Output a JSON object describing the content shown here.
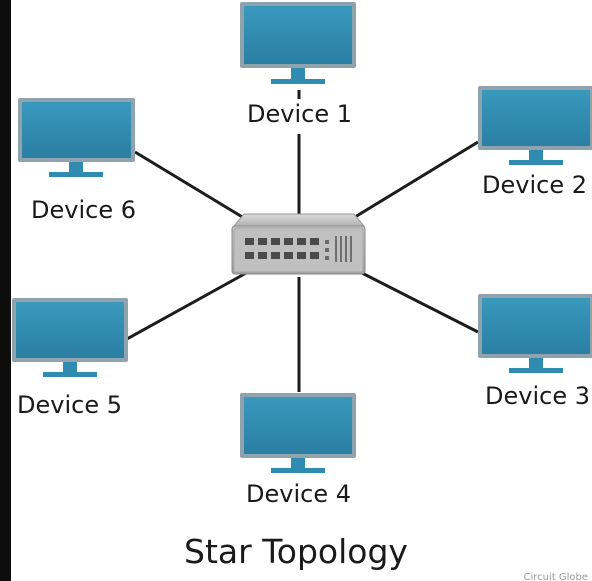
{
  "title": "Star Topology",
  "devices": [
    {
      "label": "Device 1"
    },
    {
      "label": "Device 2"
    },
    {
      "label": "Device 3"
    },
    {
      "label": "Device 4"
    },
    {
      "label": "Device 5"
    },
    {
      "label": "Device 6"
    }
  ],
  "hub": {
    "name": "switch"
  },
  "watermark": "Circuit Globe",
  "colors": {
    "monitor_screen": "#2f8bb0",
    "monitor_frame": "#8fa3ad",
    "link_line": "#1c1c1c",
    "switch_body": "#b9b9b9"
  }
}
